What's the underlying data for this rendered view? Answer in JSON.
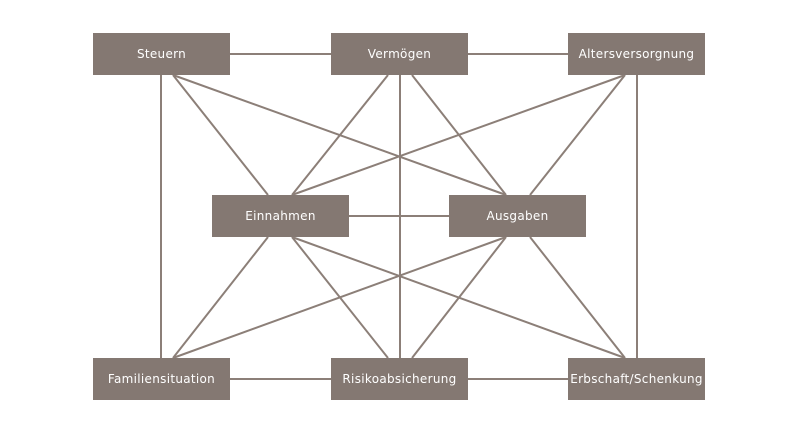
{
  "nodes": {
    "steuern": "Steuern",
    "vermoegen": "Vermögen",
    "altersversorgung": "Altersversorgnung",
    "einnahmen": "Einnahmen",
    "ausgaben": "Ausgaben",
    "familiensituation": "Familiensituation",
    "risikoabsicherung": "Risikoabsicherung",
    "erbschaft": "Erbschaft/Schenkung"
  },
  "edges": [
    [
      "steuern",
      "vermoegen"
    ],
    [
      "vermoegen",
      "altersversorgung"
    ],
    [
      "einnahmen",
      "ausgaben"
    ],
    [
      "familiensituation",
      "risikoabsicherung"
    ],
    [
      "risikoabsicherung",
      "erbschaft"
    ],
    [
      "steuern",
      "familiensituation"
    ],
    [
      "vermoegen",
      "risikoabsicherung"
    ],
    [
      "altersversorgung",
      "erbschaft"
    ],
    [
      "steuern",
      "einnahmen"
    ],
    [
      "steuern",
      "ausgaben"
    ],
    [
      "vermoegen",
      "einnahmen"
    ],
    [
      "vermoegen",
      "ausgaben"
    ],
    [
      "altersversorgung",
      "einnahmen"
    ],
    [
      "altersversorgung",
      "ausgaben"
    ],
    [
      "einnahmen",
      "familiensituation"
    ],
    [
      "einnahmen",
      "risikoabsicherung"
    ],
    [
      "einnahmen",
      "erbschaft"
    ],
    [
      "ausgaben",
      "familiensituation"
    ],
    [
      "ausgaben",
      "risikoabsicherung"
    ],
    [
      "ausgaben",
      "erbschaft"
    ]
  ],
  "colors": {
    "node_fill": "#847872",
    "line": "#8c7f78",
    "text": "#ffffff"
  }
}
